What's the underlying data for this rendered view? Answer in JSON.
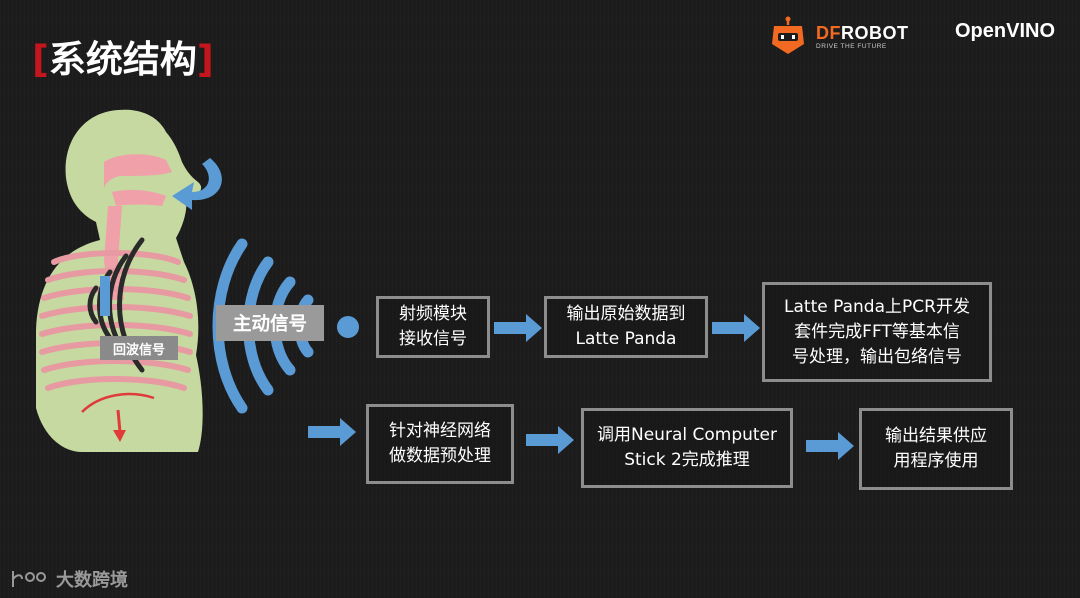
{
  "header": {
    "bracket_left": "[",
    "title": "系统结构",
    "bracket_right": "]"
  },
  "logos": {
    "dfrobot_name": "DFROBOT",
    "dfrobot_tagline": "DRIVE THE FUTURE",
    "openvino": "OpenVINO"
  },
  "diagram": {
    "active_signal_label": "主动信号",
    "echo_signal_label": "回波信号",
    "steps": [
      {
        "id": "rf_receive",
        "lines": [
          "射频模块",
          "接收信号"
        ]
      },
      {
        "id": "output_raw",
        "lines": [
          "输出原始数据到",
          "Latte Panda"
        ]
      },
      {
        "id": "pcr_fft",
        "lines": [
          "Latte Panda上PCR开发",
          "套件完成FFT等基本信",
          "号处理，输出包络信号"
        ]
      },
      {
        "id": "preprocess",
        "lines": [
          "针对神经网络",
          "做数据预处理"
        ]
      },
      {
        "id": "inference",
        "lines": [
          "调用Neural Computer",
          "Stick 2完成推理"
        ]
      },
      {
        "id": "output_result",
        "lines": [
          "输出结果供应",
          "用程序使用"
        ]
      }
    ]
  },
  "watermark": {
    "text": "大数跨境"
  },
  "colors": {
    "background": "#1c1c1c",
    "accent_red": "#c4161c",
    "arrow_blue": "#5b9bd5",
    "box_border": "#8d8d8d",
    "dfrobot_orange": "#f26a21",
    "body_green": "#c5d9a0",
    "airway_pink": "#f0a0a8"
  }
}
